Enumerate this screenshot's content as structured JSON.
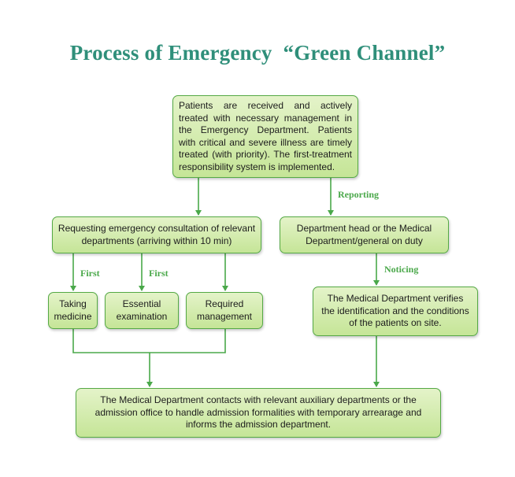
{
  "title": "Process of Emergency  “Green Channel”",
  "nodes": {
    "receive": "Patients are received and actively treated with necessary management in the Emergency Department. Patients with critical and severe illness are timely treated (with priority). The first-treatment responsibility system is implemented.",
    "consultation": "Requesting emergency consultation of relevant departments (arriving within 10 min)",
    "dept_head": "Department head or the Medical Department/general on duty",
    "taking_medicine": "Taking medicine",
    "essential_exam": "Essential examination",
    "required_mgmt": "Required management",
    "verifies": "The Medical Department verifies the identification and the conditions of the patients on site.",
    "contacts": "The Medical Department contacts with relevant auxiliary departments or the admission office to handle admission formalities with temporary arrearage and informs the admission department."
  },
  "edge_labels": {
    "reporting": "Reporting",
    "noticing": "Noticing",
    "first_1": "First",
    "first_2": "First"
  },
  "colors": {
    "title": "#2f8f7a",
    "connector": "#4aa84a",
    "box_border": "#55a945",
    "box_fill_top": "#e4f3c9",
    "box_fill_bottom": "#c5e597",
    "label": "#4aa84a"
  }
}
